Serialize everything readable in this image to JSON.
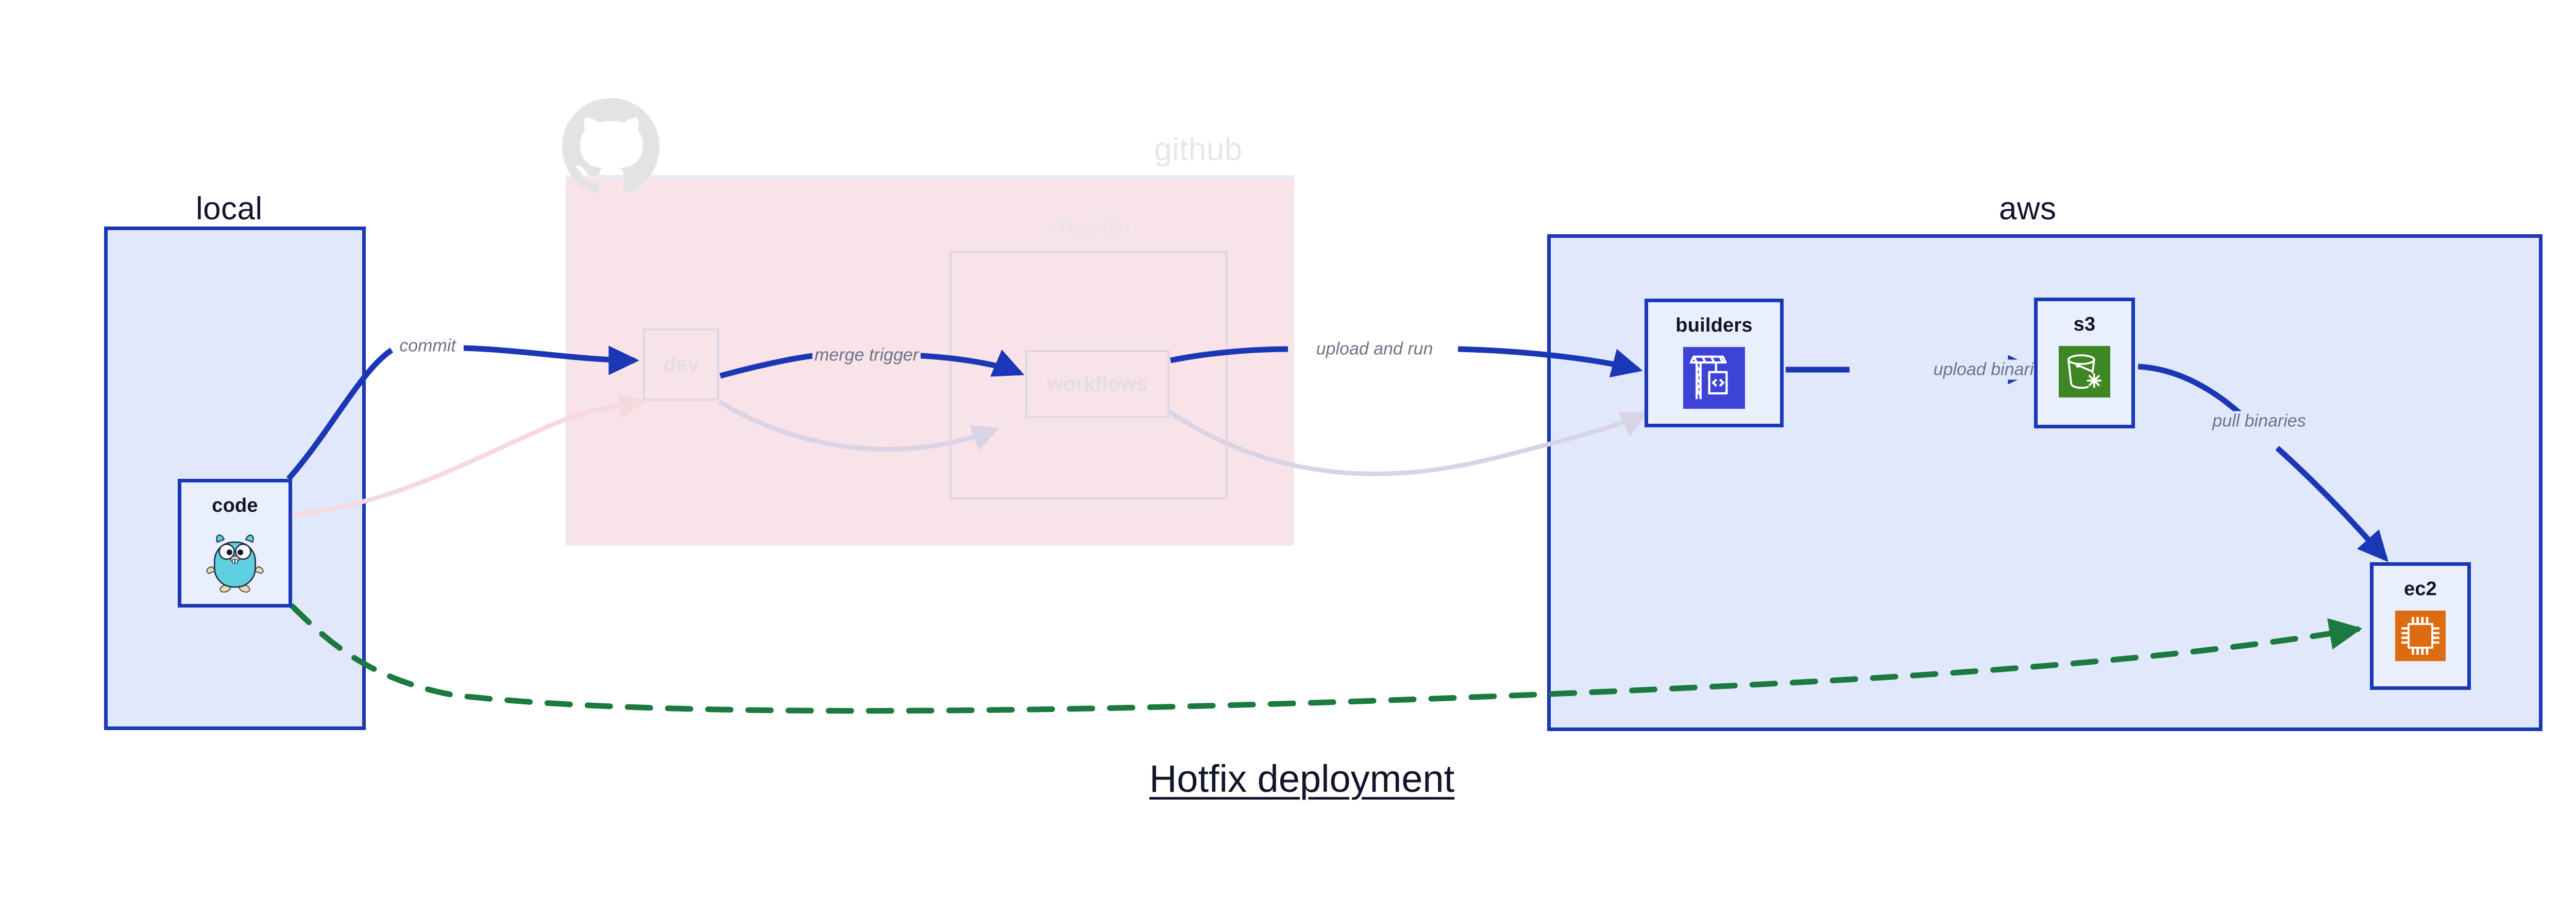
{
  "diagram": {
    "title": "Hotfix deployment",
    "colors": {
      "group_border": "#1a37b5",
      "group_fill": "#e2e8fb",
      "node_fill": "#eaeffc",
      "edge_active": "#1a37b5",
      "edge_ghost": "#d8d4e6",
      "edge_dashed": "#1b7a3f",
      "github_fill": "#f8e3e8",
      "label_text": "#6d7486",
      "title_text": "#12142b",
      "faded_text": "#e3dde7"
    },
    "groups": [
      {
        "id": "local",
        "label": "local",
        "state": "active"
      },
      {
        "id": "github",
        "label": "github",
        "state": "faded"
      },
      {
        "id": "aws",
        "label": "aws",
        "state": "active"
      }
    ],
    "subgroups": [
      {
        "id": "master",
        "label": "master",
        "parent": "github",
        "state": "faded"
      }
    ],
    "nodes": [
      {
        "id": "code",
        "label": "code",
        "group": "local",
        "icon": "go-gopher-icon",
        "state": "active"
      },
      {
        "id": "dev",
        "label": "dev",
        "group": "github",
        "icon": null,
        "state": "faded"
      },
      {
        "id": "workflows",
        "label": "workflows",
        "group": "master",
        "icon": null,
        "state": "faded"
      },
      {
        "id": "builders",
        "label": "builders",
        "group": "aws",
        "icon": "aws-codebuild-icon",
        "state": "active"
      },
      {
        "id": "s3",
        "label": "s3",
        "group": "aws",
        "icon": "aws-s3-bucket-icon",
        "state": "active"
      },
      {
        "id": "ec2",
        "label": "ec2",
        "group": "aws",
        "icon": "aws-ec2-chip-icon",
        "state": "active"
      }
    ],
    "edges": [
      {
        "id": "e1",
        "from": "code",
        "to": "dev",
        "label": "commit",
        "style": "solid",
        "state": "active"
      },
      {
        "id": "e2",
        "from": "dev",
        "to": "workflows",
        "label": "merge trigger",
        "style": "solid",
        "state": "active"
      },
      {
        "id": "e3",
        "from": "workflows",
        "to": "builders",
        "label": "upload and run",
        "style": "solid",
        "state": "active"
      },
      {
        "id": "e4",
        "from": "builders",
        "to": "s3",
        "label": "upload binaries",
        "style": "solid",
        "state": "active"
      },
      {
        "id": "e5",
        "from": "s3",
        "to": "ec2",
        "label": "pull binaries",
        "style": "solid",
        "state": "active"
      },
      {
        "id": "e6",
        "from": "code",
        "to": "ec2",
        "label": "",
        "style": "dashed",
        "state": "active"
      },
      {
        "id": "g1",
        "from": "code",
        "to": "dev",
        "label": "",
        "style": "solid",
        "state": "ghost"
      },
      {
        "id": "g2",
        "from": "dev",
        "to": "workflows",
        "label": "",
        "style": "solid",
        "state": "ghost"
      },
      {
        "id": "g3",
        "from": "workflows",
        "to": "builders",
        "label": "",
        "style": "solid",
        "state": "ghost"
      }
    ],
    "branding": {
      "github_logo": "octocat-icon"
    }
  }
}
